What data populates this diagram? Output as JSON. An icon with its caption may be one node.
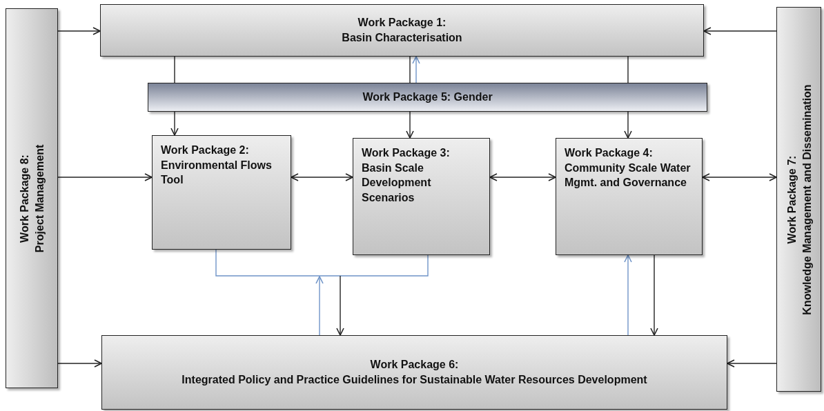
{
  "diagram": {
    "nodes": [
      {
        "text": [
          "Work Package 1:",
          "Basin Characterisation"
        ]
      },
      {
        "text": [
          "Work Package 5: Gender"
        ]
      },
      {
        "text": [
          "Work Package 2:",
          "Environmental Flows Tool"
        ]
      },
      {
        "text": [
          "Work Package 3:",
          "Basin Scale Development Scenarios"
        ]
      },
      {
        "text": [
          "Work Package 4:",
          "Community Scale Water Mgmt. and Governance"
        ]
      },
      {
        "text": [
          "Work Package 6:",
          "Integrated Policy and Practice Guidelines for Sustainable Water Resources Development"
        ]
      },
      {
        "text": [
          "Work Package 8:",
          "Project Management"
        ]
      },
      {
        "text": [
          "Work Package 7:",
          "Knowledge Management and Dissemination"
        ]
      }
    ],
    "edges": [
      {
        "from": 6,
        "to": 0,
        "arrow": "to"
      },
      {
        "from": 6,
        "to": 2,
        "arrow": "to"
      },
      {
        "from": 6,
        "to": 5,
        "arrow": "to"
      },
      {
        "from": 7,
        "to": 0,
        "arrow": "to"
      },
      {
        "from": 4,
        "to": 7,
        "arrow": "both"
      },
      {
        "from": 7,
        "to": 5,
        "arrow": "to"
      },
      {
        "from": 0,
        "to": 1,
        "arrow": "none"
      },
      {
        "from": 1,
        "to": 2,
        "arrow": "to"
      },
      {
        "from": 0,
        "to": 1,
        "arrow": "none"
      },
      {
        "from": 1,
        "to": 3,
        "arrow": "to"
      },
      {
        "from": 0,
        "to": 1,
        "arrow": "none"
      },
      {
        "from": 1,
        "to": 4,
        "arrow": "to"
      },
      {
        "from": 1,
        "to": 0,
        "arrow": "to",
        "color": "#6f94c8"
      },
      {
        "from": 2,
        "to": 3,
        "arrow": "both"
      },
      {
        "from": 3,
        "to": 4,
        "arrow": "both"
      },
      {
        "from": 2,
        "to": 3,
        "arrow": "none",
        "color": "#6f94c8"
      },
      {
        "from": 5,
        "to": null,
        "arrow": "to",
        "color": "#6f94c8"
      },
      {
        "from": null,
        "to": 5,
        "arrow": "to"
      },
      {
        "from": 5,
        "to": 4,
        "arrow": "to",
        "color": "#6f94c8"
      },
      {
        "from": 4,
        "to": 5,
        "arrow": "to"
      }
    ]
  }
}
